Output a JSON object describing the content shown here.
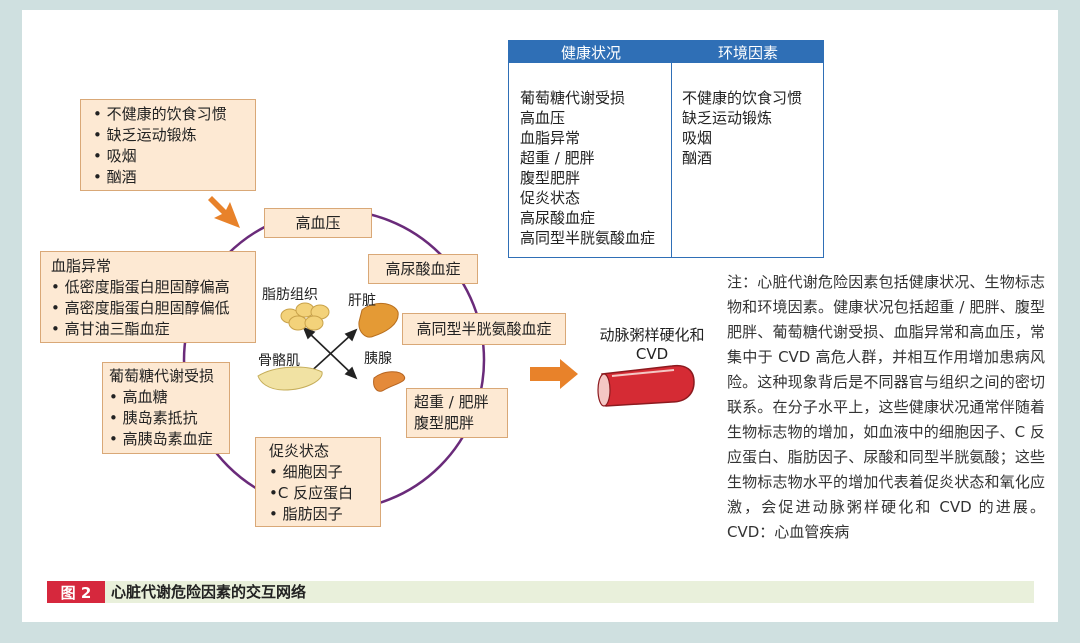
{
  "env_box": {
    "items": [
      "不健康的饮食习惯",
      "缺乏运动锻炼",
      "吸烟",
      "酗酒"
    ]
  },
  "nodes": {
    "hypertension": "高血压",
    "hyperuricemia": "高尿酸血症",
    "homocysteine": "高同型半胱氨酸血症",
    "obesity": [
      "超重 / 肥胖",
      "腹型肥胖"
    ],
    "inflammation": {
      "title": "促炎状态",
      "items": [
        "细胞因子",
        "C 反应蛋白",
        "脂肪因子"
      ]
    },
    "glucose": {
      "title": "葡萄糖代谢受损",
      "items": [
        "高血糖",
        "胰岛素抵抗",
        "高胰岛素血症"
      ]
    },
    "dyslipidemia": {
      "title": "血脂异常",
      "items": [
        "低密度脂蛋白胆固醇偏高",
        "高密度脂蛋白胆固醇偏低",
        "高甘油三酯血症"
      ]
    }
  },
  "organs": {
    "adipose": "脂肪组织",
    "liver": "肝脏",
    "muscle": "骨骼肌",
    "pancreas": "胰腺"
  },
  "outcome": {
    "line1": "动脉粥样硬化和",
    "line2": "CVD"
  },
  "table": {
    "headers": [
      "健康状况",
      "环境因素"
    ],
    "health": [
      "葡萄糖代谢受损",
      "高血压",
      "血脂异常",
      "超重 / 肥胖",
      "腹型肥胖",
      "促炎状态",
      "高尿酸血症",
      "高同型半胱氨酸血症"
    ],
    "environment": [
      "不健康的饮食习惯",
      "缺乏运动锻炼",
      "吸烟",
      "酗酒"
    ]
  },
  "note": "注：心脏代谢危险因素包括健康状况、生物标志物和环境因素。健康状况包括超重 / 肥胖、腹型肥胖、葡萄糖代谢受损、血脂异常和高血压，常集中于 CVD 高危人群，并相互作用增加患病风险。这种现象背后是不同器官与组织之间的密切联系。在分子水平上，这些健康状况通常伴随着生物标志物的增加，如血液中的细胞因子、C 反应蛋白、脂肪因子、尿酸和同型半胱氨酸；这些生物标志物水平的增加代表着促炎状态和氧化应激，会促进动脉粥样硬化和 CVD 的进展。CVD：心血管疾病",
  "caption": {
    "tag": "图 2",
    "title": "心脏代谢危险因素的交互网络"
  },
  "colors": {
    "node_fill": "#fde9d3",
    "node_border": "#d9a877",
    "circle": "#6a2b7a",
    "arrow": "#e8822a",
    "table_blue": "#2f6fb6",
    "caption_red": "#d6283d"
  }
}
